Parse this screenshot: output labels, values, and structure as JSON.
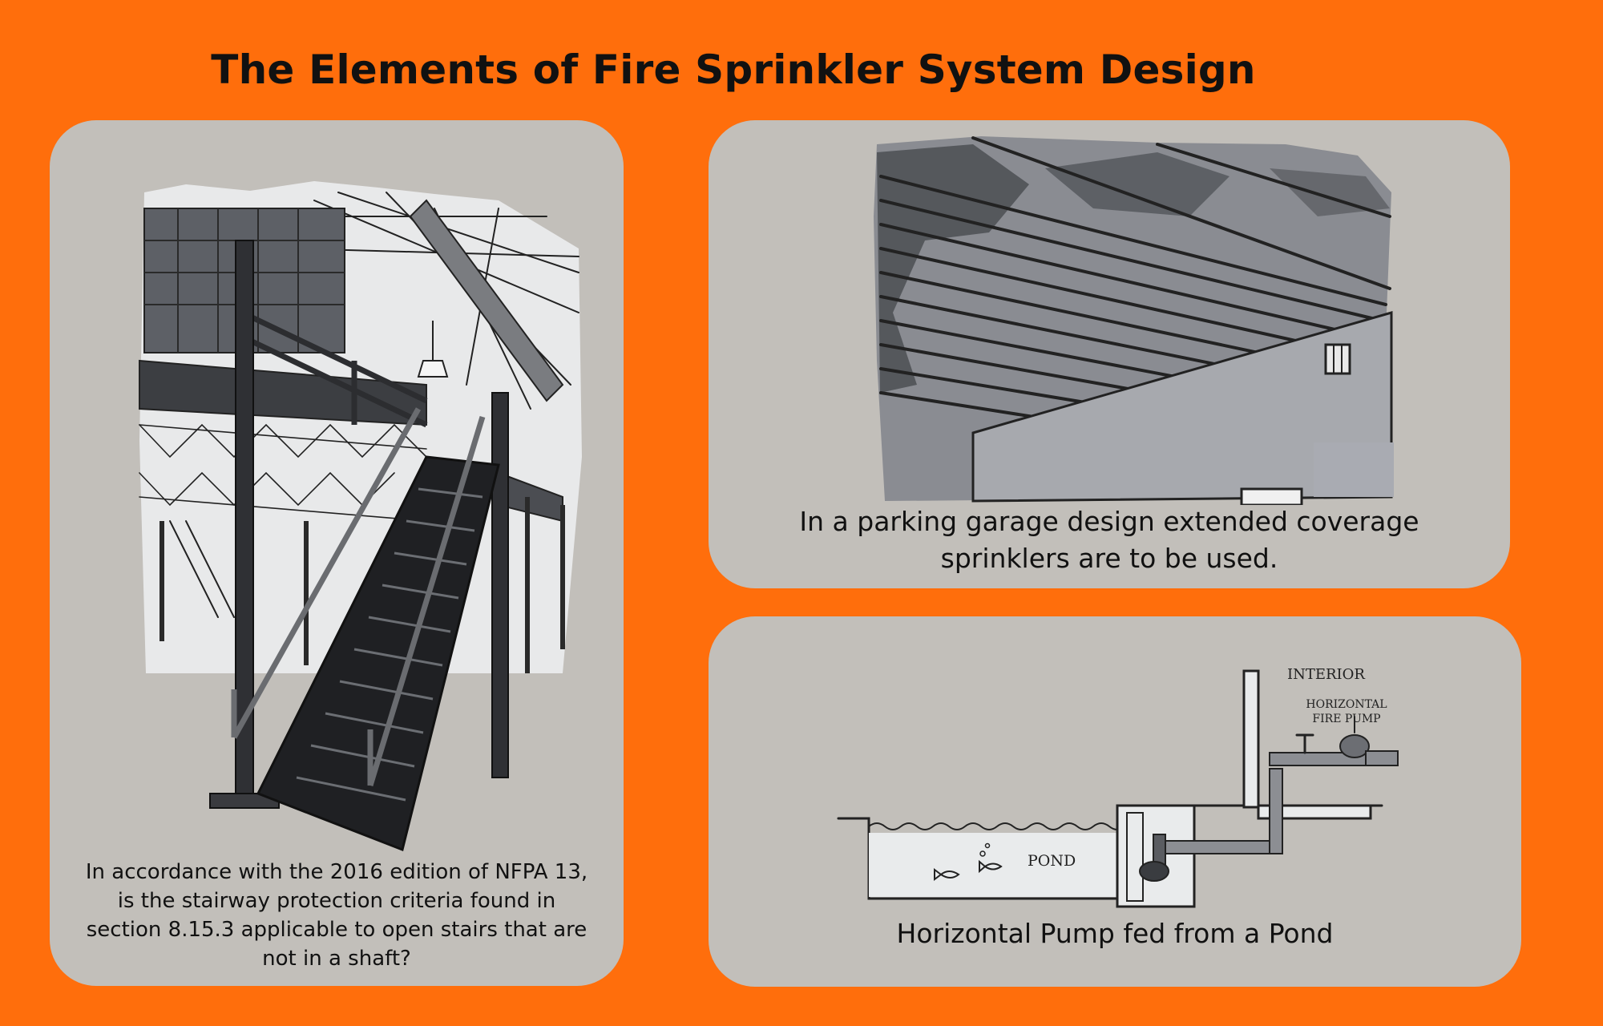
{
  "title": "The Elements of Fire Sprinkler System Design",
  "cards": [
    {
      "id": "stairs",
      "caption": "In accordance with the 2016 edition of NFPA 13, is the stairway protection criteria found in section 8.15.3 applicable to open stairs that are not in a shaft?"
    },
    {
      "id": "garage",
      "caption": "In a parking garage design extended coverage sprinklers are to be used."
    },
    {
      "id": "pump",
      "caption": "Horizontal Pump fed from a Pond",
      "diagram_labels": {
        "interior": "INTERIOR",
        "pump_line1": "HORIZONTAL",
        "pump_line2": "FIRE PUMP",
        "pond": "POND"
      }
    }
  ],
  "colors": {
    "background": "#ff6e0c",
    "card": "#c2bfba",
    "text": "#111111"
  }
}
